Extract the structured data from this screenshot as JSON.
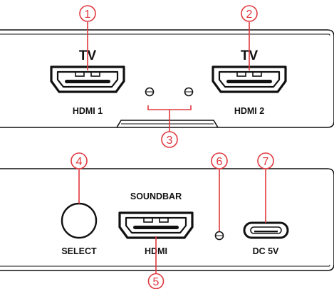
{
  "colors": {
    "callout": "#e0383e",
    "outline": "#111111",
    "background": "#ffffff"
  },
  "top_panel": {
    "port_left": {
      "callout": "1",
      "title": "TV",
      "label": "HDMI 1",
      "icon": "hdmi-port-icon"
    },
    "port_right": {
      "callout": "2",
      "title": "TV",
      "label": "HDMI 2",
      "icon": "hdmi-port-icon"
    },
    "indicator_lights": {
      "callout": "3",
      "icon": "led-indicator-icon"
    }
  },
  "bottom_panel": {
    "select_button": {
      "callout": "4",
      "label": "SELECT",
      "icon": "round-button-icon"
    },
    "soundbar_port": {
      "callout": "5",
      "title": "SOUNDBAR",
      "label": "HDMI",
      "icon": "hdmi-port-icon"
    },
    "status_led": {
      "callout": "6",
      "icon": "led-indicator-icon"
    },
    "power_port": {
      "callout": "7",
      "label": "DC 5V",
      "icon": "usb-c-port-icon"
    }
  }
}
